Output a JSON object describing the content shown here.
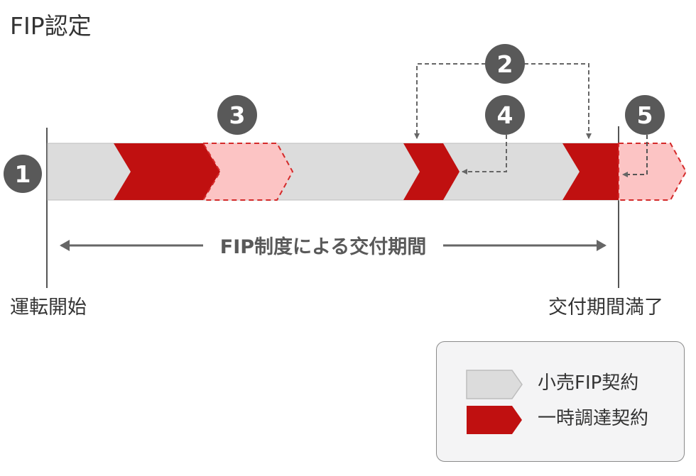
{
  "title": "FIP認定",
  "timeline": {
    "start_label": "運転開始",
    "end_label": "交付期間満了",
    "period_label": "FIP制度による交付期間"
  },
  "markers": [
    "1",
    "2",
    "3",
    "4",
    "5"
  ],
  "legend": {
    "items": [
      {
        "label": "小売FIP契約",
        "color": "#dcdcdc"
      },
      {
        "label": "一時調達契約",
        "color": "#c01010"
      }
    ]
  },
  "colors": {
    "retail_fip": "#dcdcdc",
    "temporary_procurement": "#c01010",
    "planned_fip": "#fcc4c4",
    "marker": "#595959",
    "connector": "#666666"
  }
}
